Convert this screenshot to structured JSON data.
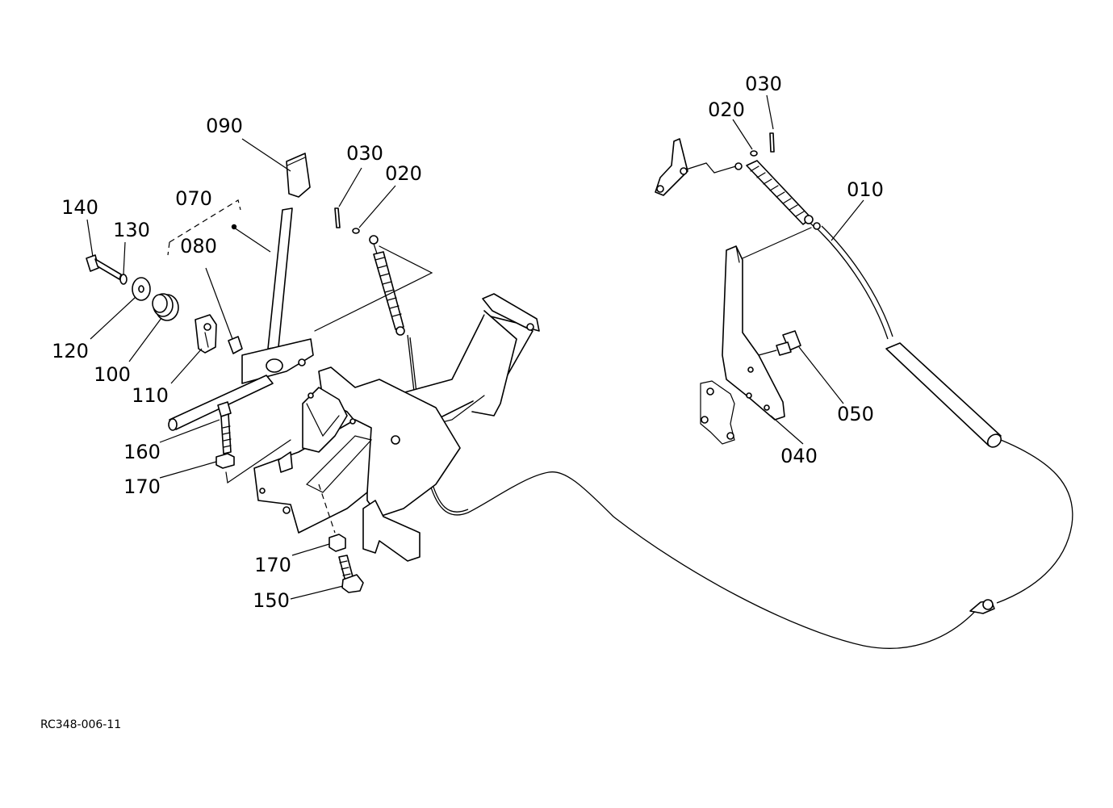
{
  "diagram": {
    "drawing_code": "RC348-006-11",
    "callouts": {
      "c090": "090",
      "c070": "070",
      "c080": "080",
      "c140": "140",
      "c130": "130",
      "c120": "120",
      "c100": "100",
      "c110": "110",
      "c160": "160",
      "c170a": "170",
      "c170b": "170",
      "c150": "150",
      "c030a": "030",
      "c020a": "020",
      "c030b": "030",
      "c020b": "020",
      "c010": "010",
      "c050": "050",
      "c040": "040"
    }
  }
}
